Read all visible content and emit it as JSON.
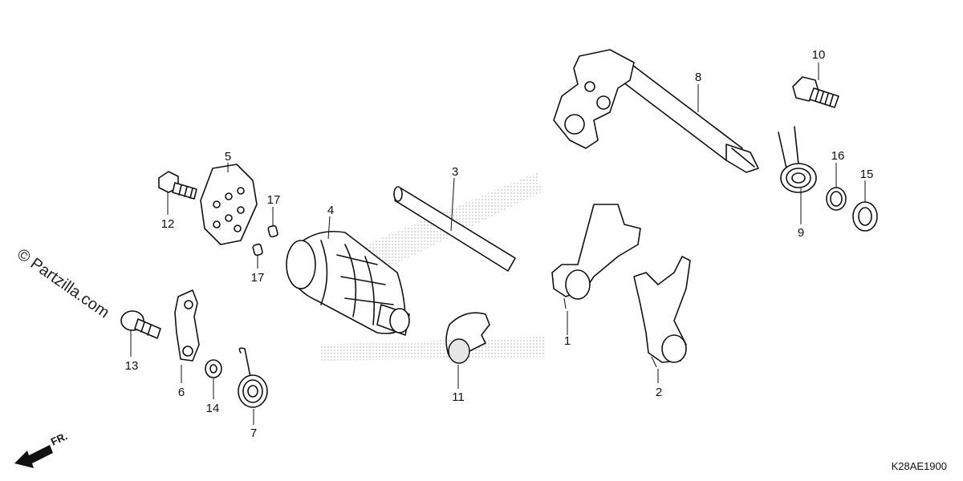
{
  "diagram_code": "K28AE1900",
  "watermark": "© Partzilla.com",
  "direction_marker": "FR.",
  "callouts": [
    {
      "id": "1",
      "label": "1"
    },
    {
      "id": "2",
      "label": "2"
    },
    {
      "id": "3",
      "label": "3"
    },
    {
      "id": "4",
      "label": "4"
    },
    {
      "id": "5",
      "label": "5"
    },
    {
      "id": "6",
      "label": "6"
    },
    {
      "id": "7",
      "label": "7"
    },
    {
      "id": "8",
      "label": "8"
    },
    {
      "id": "9",
      "label": "9"
    },
    {
      "id": "10",
      "label": "10"
    },
    {
      "id": "11",
      "label": "11"
    },
    {
      "id": "12",
      "label": "12"
    },
    {
      "id": "13",
      "label": "13"
    },
    {
      "id": "14",
      "label": "14"
    },
    {
      "id": "15",
      "label": "15"
    },
    {
      "id": "16",
      "label": "16"
    },
    {
      "id": "17a",
      "label": "17"
    },
    {
      "id": "17b",
      "label": "17"
    }
  ]
}
